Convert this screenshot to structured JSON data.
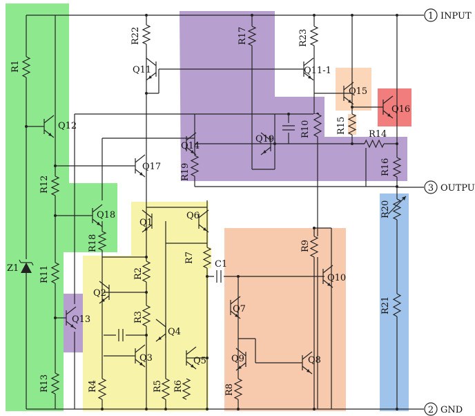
{
  "pins": [
    {
      "number": "1",
      "label": "INPUT"
    },
    {
      "number": "3",
      "label": "OUTPUT"
    },
    {
      "number": "2",
      "label": "GND"
    }
  ],
  "region_colors": {
    "green": "#8ee88e",
    "purple": "#b79fd0",
    "yellow": "#f7f3a8",
    "salmon": "#f7c9ad",
    "peach": "#fbd6b8",
    "red": "#f27d7d",
    "blue": "#9fc3ea"
  },
  "components": {
    "R1": "R1",
    "R12": "R12",
    "R11": "R11",
    "R13": "R13",
    "Z1": "Z1",
    "Q12": "Q12",
    "Q13": "Q13",
    "Q18": "Q18",
    "R18": "R18",
    "R22": "R22",
    "Q11": "Q11",
    "Q17": "Q17",
    "R17": "R17",
    "R19": "R19",
    "Q14": "Q14",
    "Q19": "Q19",
    "R10": "R10",
    "R23": "R23",
    "Q11_1": "Q11-1",
    "Q15": "Q15",
    "R15": "R15",
    "Q16": "Q16",
    "R14": "R14",
    "R16": "R16",
    "Q1": "Q1",
    "Q6": "Q6",
    "R2": "R2",
    "Q2": "Q2",
    "R3": "R3",
    "Q4": "Q4",
    "Q3": "Q3",
    "R4": "R4",
    "R5": "R5",
    "R6": "R6",
    "Q5": "Q5",
    "R7": "R7",
    "C1": "C1",
    "Q7": "Q7",
    "Q9": "Q9",
    "Q8": "Q8",
    "R8": "R8",
    "R9": "R9",
    "Q10": "Q10",
    "R20": "R20",
    "R21": "R21"
  }
}
